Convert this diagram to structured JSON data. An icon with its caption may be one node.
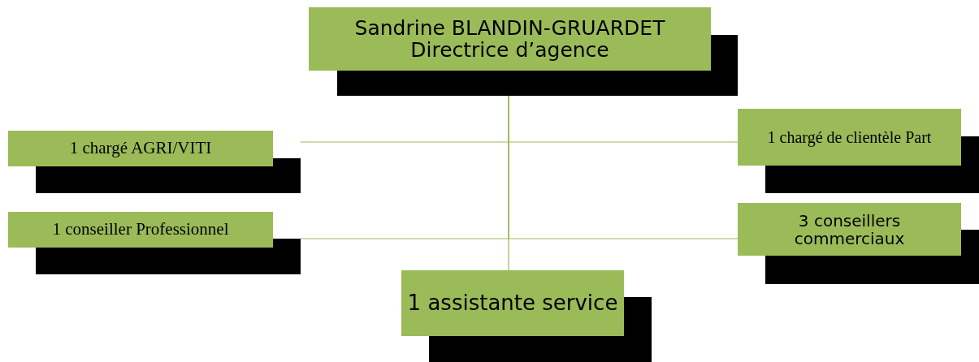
{
  "diagram": {
    "nodes": [
      {
        "text": [
          "Sandrine BLANDIN-GRUARDET Directrice d’agence"
        ]
      },
      {
        "text": [
          "1 chargé AGRI/VITI"
        ]
      },
      {
        "text": [
          "1 chargé de clientèle Part"
        ]
      },
      {
        "text": [
          "1 conseiller Professionnel"
        ]
      },
      {
        "text": [
          "3 conseillers commerciaux"
        ]
      },
      {
        "text": [
          "1 assistante service"
        ]
      }
    ],
    "edges": [
      {
        "from": 0,
        "to": 1,
        "arrow": "none"
      },
      {
        "from": 0,
        "to": 2,
        "arrow": "none"
      },
      {
        "from": 0,
        "to": 3,
        "arrow": "none"
      },
      {
        "from": 0,
        "to": 4,
        "arrow": "none"
      },
      {
        "from": 0,
        "to": 5,
        "arrow": "none"
      }
    ]
  }
}
